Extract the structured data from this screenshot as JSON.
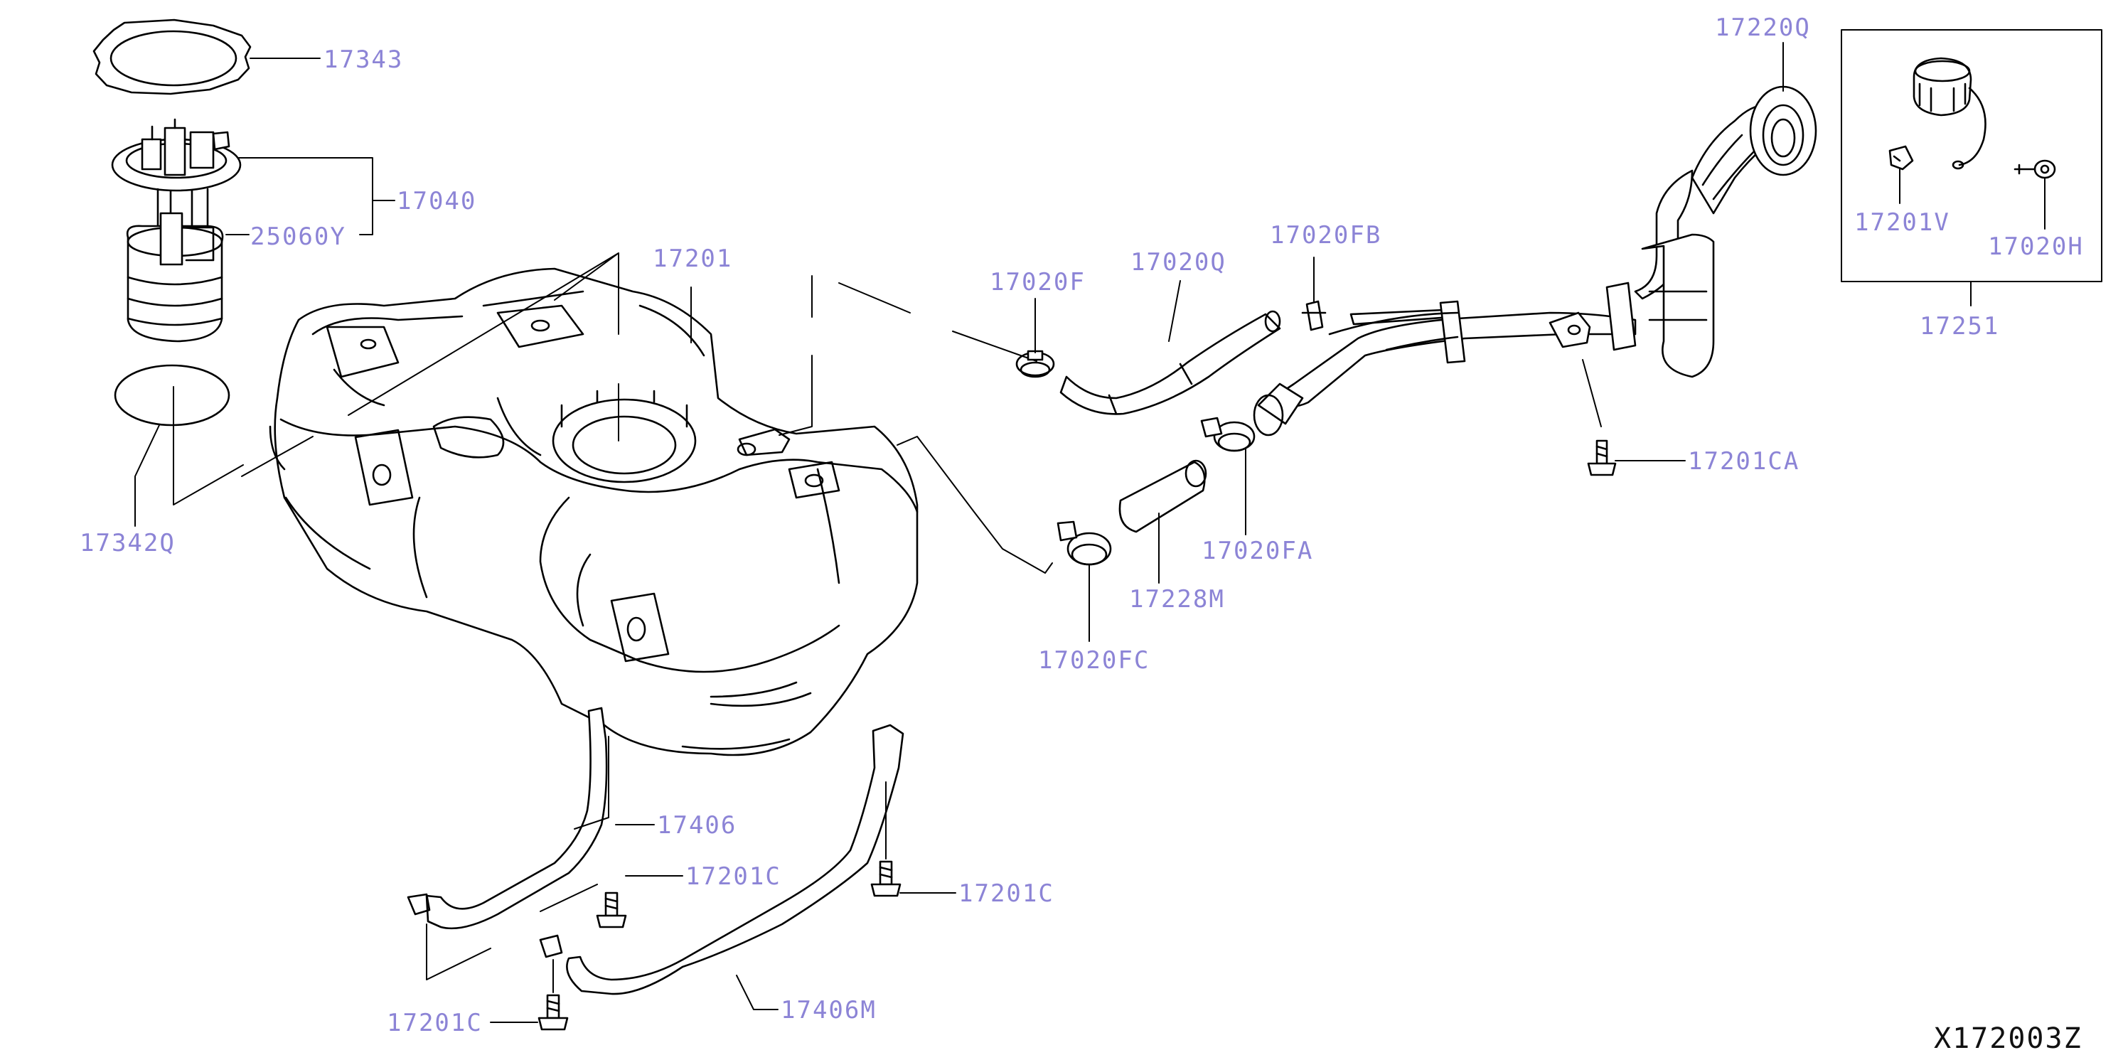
{
  "labels": {
    "p17343": "17343",
    "p17040": "17040",
    "p25060y": "25060Y",
    "p17201": "17201",
    "p17342q": "17342Q",
    "p17020f": "17020F",
    "p17020q": "17020Q",
    "p17020fb": "17020FB",
    "p17220q": "17220Q",
    "p17201v": "17201V",
    "p17020h": "17020H",
    "p17251": "17251",
    "p17201ca": "17201CA",
    "p17020fa": "17020FA",
    "p17228m": "17228M",
    "p17020fc": "17020FC",
    "p17406": "17406",
    "p17201c_a": "17201C",
    "p17201c_b": "17201C",
    "p17201c_c": "17201C",
    "p17406m": "17406M"
  },
  "diagram_id": "X172003Z",
  "colors": {
    "label": "#8c84d6",
    "line": "#000000",
    "background": "#ffffff"
  }
}
